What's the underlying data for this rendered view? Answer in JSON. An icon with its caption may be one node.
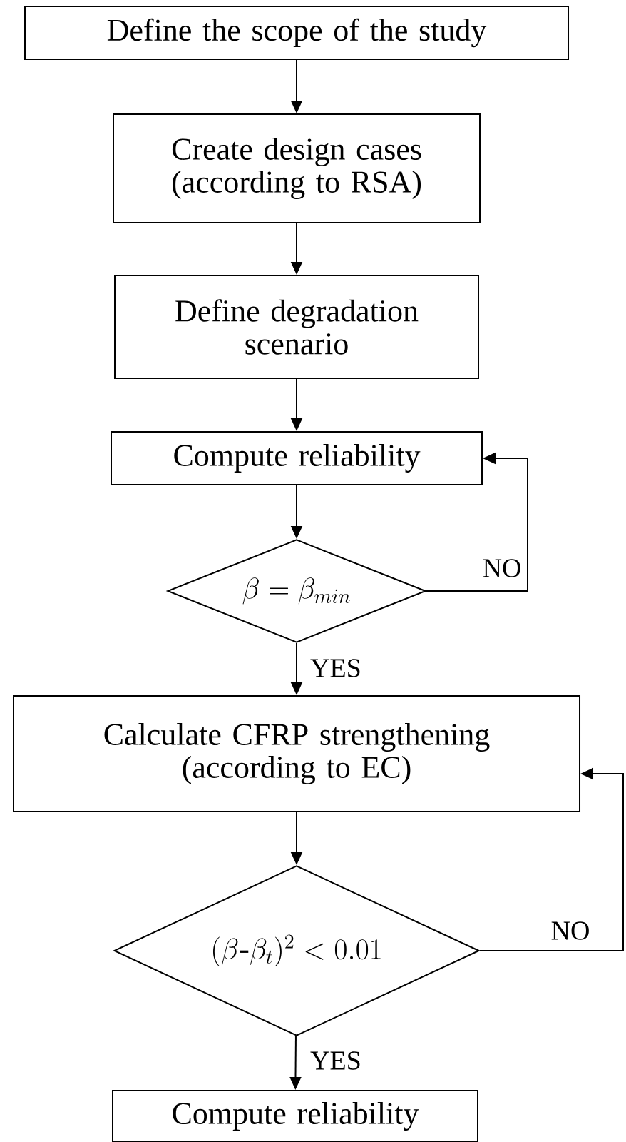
{
  "diagram": {
    "nodes": [
      {
        "text": [
          "Define the scope of the study"
        ]
      },
      {
        "text": [
          "Create design cases (according to RSA)"
        ]
      },
      {
        "text": [
          "Define degradation scenario"
        ]
      },
      {
        "text": [
          "Compute reliability"
        ]
      },
      {
        "text": [
          "\\beta = \\beta_{min}"
        ]
      },
      {
        "text": [
          "Calculate CFRP strengthening (according to EC)"
        ]
      },
      {
        "text": [
          "(\\beta\\mbox{-}\\beta_{t})^{2} < 0.01"
        ]
      },
      {
        "text": [
          "Compute reliability"
        ]
      }
    ],
    "edges": [
      {
        "from": 0,
        "to": 1,
        "arrow": "to"
      },
      {
        "from": 1,
        "to": 2,
        "arrow": "to"
      },
      {
        "from": 2,
        "to": 3,
        "arrow": "to"
      },
      {
        "from": 3,
        "to": 4,
        "arrow": "to"
      },
      {
        "from": 4,
        "to": 3,
        "arrow": "to",
        "label": "NO"
      },
      {
        "from": 4,
        "to": 5,
        "arrow": "to",
        "label": "YES"
      },
      {
        "from": 5,
        "to": 6,
        "arrow": "to"
      },
      {
        "from": 6,
        "to": 5,
        "arrow": "to",
        "label": "NO"
      },
      {
        "from": 6,
        "to": 7,
        "arrow": "to",
        "label": "YES"
      }
    ]
  }
}
